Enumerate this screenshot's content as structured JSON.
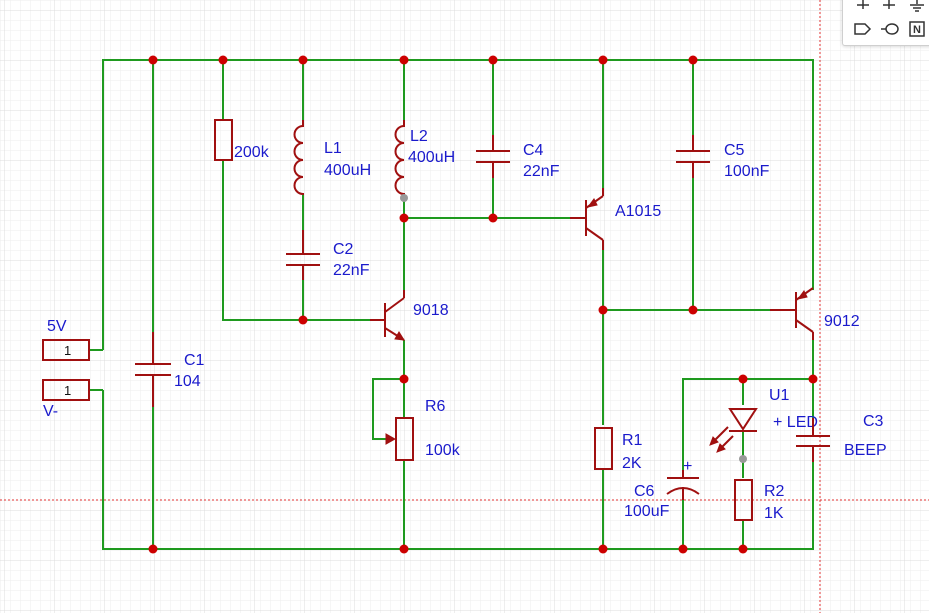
{
  "components": {
    "R_200k": {
      "value": "200k"
    },
    "L1": {
      "ref": "L1",
      "value": "400uH"
    },
    "L2": {
      "ref": "L2",
      "value": "400uH"
    },
    "C4": {
      "ref": "C4",
      "value": "22nF"
    },
    "C5": {
      "ref": "C5",
      "value": "100nF"
    },
    "C2": {
      "ref": "C2",
      "value": "22nF"
    },
    "C1": {
      "ref": "C1",
      "value": "104"
    },
    "Q_9018": {
      "value": "9018"
    },
    "Q_A1015": {
      "value": "A1015"
    },
    "Q_9012": {
      "value": "9012"
    },
    "R6": {
      "ref": "R6",
      "value": "100k"
    },
    "R1": {
      "ref": "R1",
      "value": "2K"
    },
    "C6": {
      "ref": "C6",
      "value": "100uF",
      "polarity": "+"
    },
    "U1": {
      "ref": "U1",
      "value": "+ LED"
    },
    "R2": {
      "ref": "R2",
      "value": "1K"
    },
    "C3": {
      "ref": "C3",
      "value": "BEEP"
    }
  },
  "ports": {
    "vplus": {
      "name": "5V",
      "pin": "1"
    },
    "vminus": {
      "name": "V-",
      "pin": "1"
    }
  },
  "colors": {
    "wire": "#1f9a1f",
    "component": "#a01010",
    "junction": "#cc0000",
    "label": "#1a1acc",
    "grid_minor": "#eeeeee",
    "grid_major": "#dcdcdc",
    "guide": "#e03030"
  },
  "toolbar": {
    "icons": [
      "cross-icon",
      "cross-icon",
      "ground-icon",
      "net-port-icon",
      "net-flag-icon",
      "no-connect-icon"
    ],
    "no_connect_label": "N"
  }
}
